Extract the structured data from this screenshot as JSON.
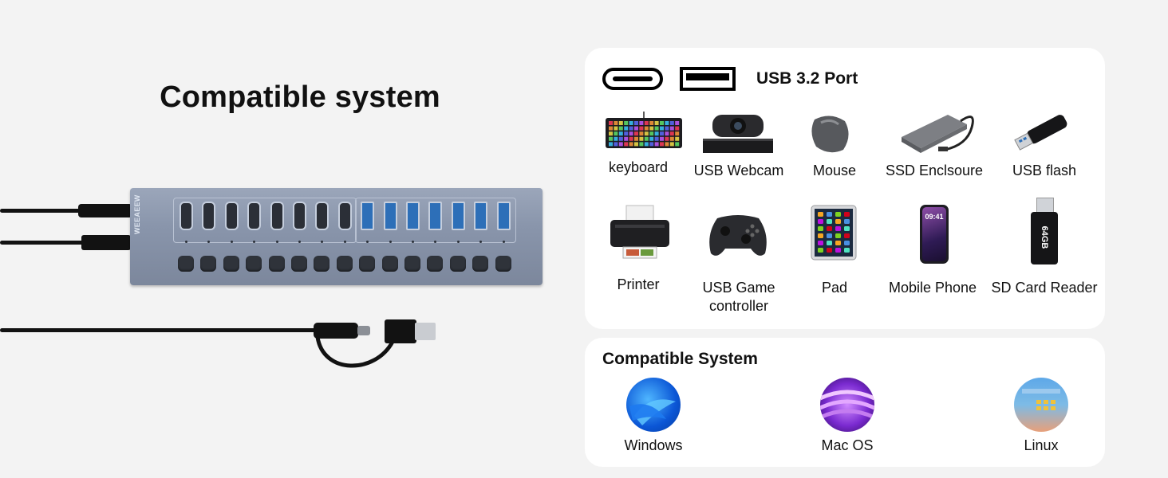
{
  "banner": {
    "title": "Compatible system",
    "brand": "WEEAEEW"
  },
  "devices_card": {
    "port_label": "USB 3.2 Port",
    "items": [
      {
        "label": "keyboard",
        "icon": "keyboard-icon"
      },
      {
        "label": "USB Webcam",
        "icon": "webcam-icon"
      },
      {
        "label": "Mouse",
        "icon": "mouse-icon"
      },
      {
        "label": "SSD Enclsoure",
        "icon": "ssd-enclosure-icon"
      },
      {
        "label": "USB flash",
        "icon": "usb-flash-icon"
      },
      {
        "label": "Printer",
        "icon": "printer-icon"
      },
      {
        "label": "USB Game",
        "label2": "controller",
        "icon": "game-controller-icon"
      },
      {
        "label": "Pad",
        "icon": "tablet-icon"
      },
      {
        "label": "Mobile Phone",
        "icon": "phone-icon",
        "screen_time": "09:41"
      },
      {
        "label": "SD Card Reader",
        "icon": "sd-card-reader-icon",
        "capacity": "64GB"
      }
    ]
  },
  "systems_card": {
    "title": "Compatible System",
    "items": [
      {
        "label": "Windows",
        "icon": "windows-icon"
      },
      {
        "label": "Mac OS",
        "icon": "macos-icon"
      },
      {
        "label": "Linux",
        "icon": "linux-icon"
      }
    ]
  },
  "colors": {
    "background": "#f3f3f3",
    "card": "#ffffff",
    "hub": "#8995ab",
    "usb_a_port": "#2d6fb8"
  }
}
